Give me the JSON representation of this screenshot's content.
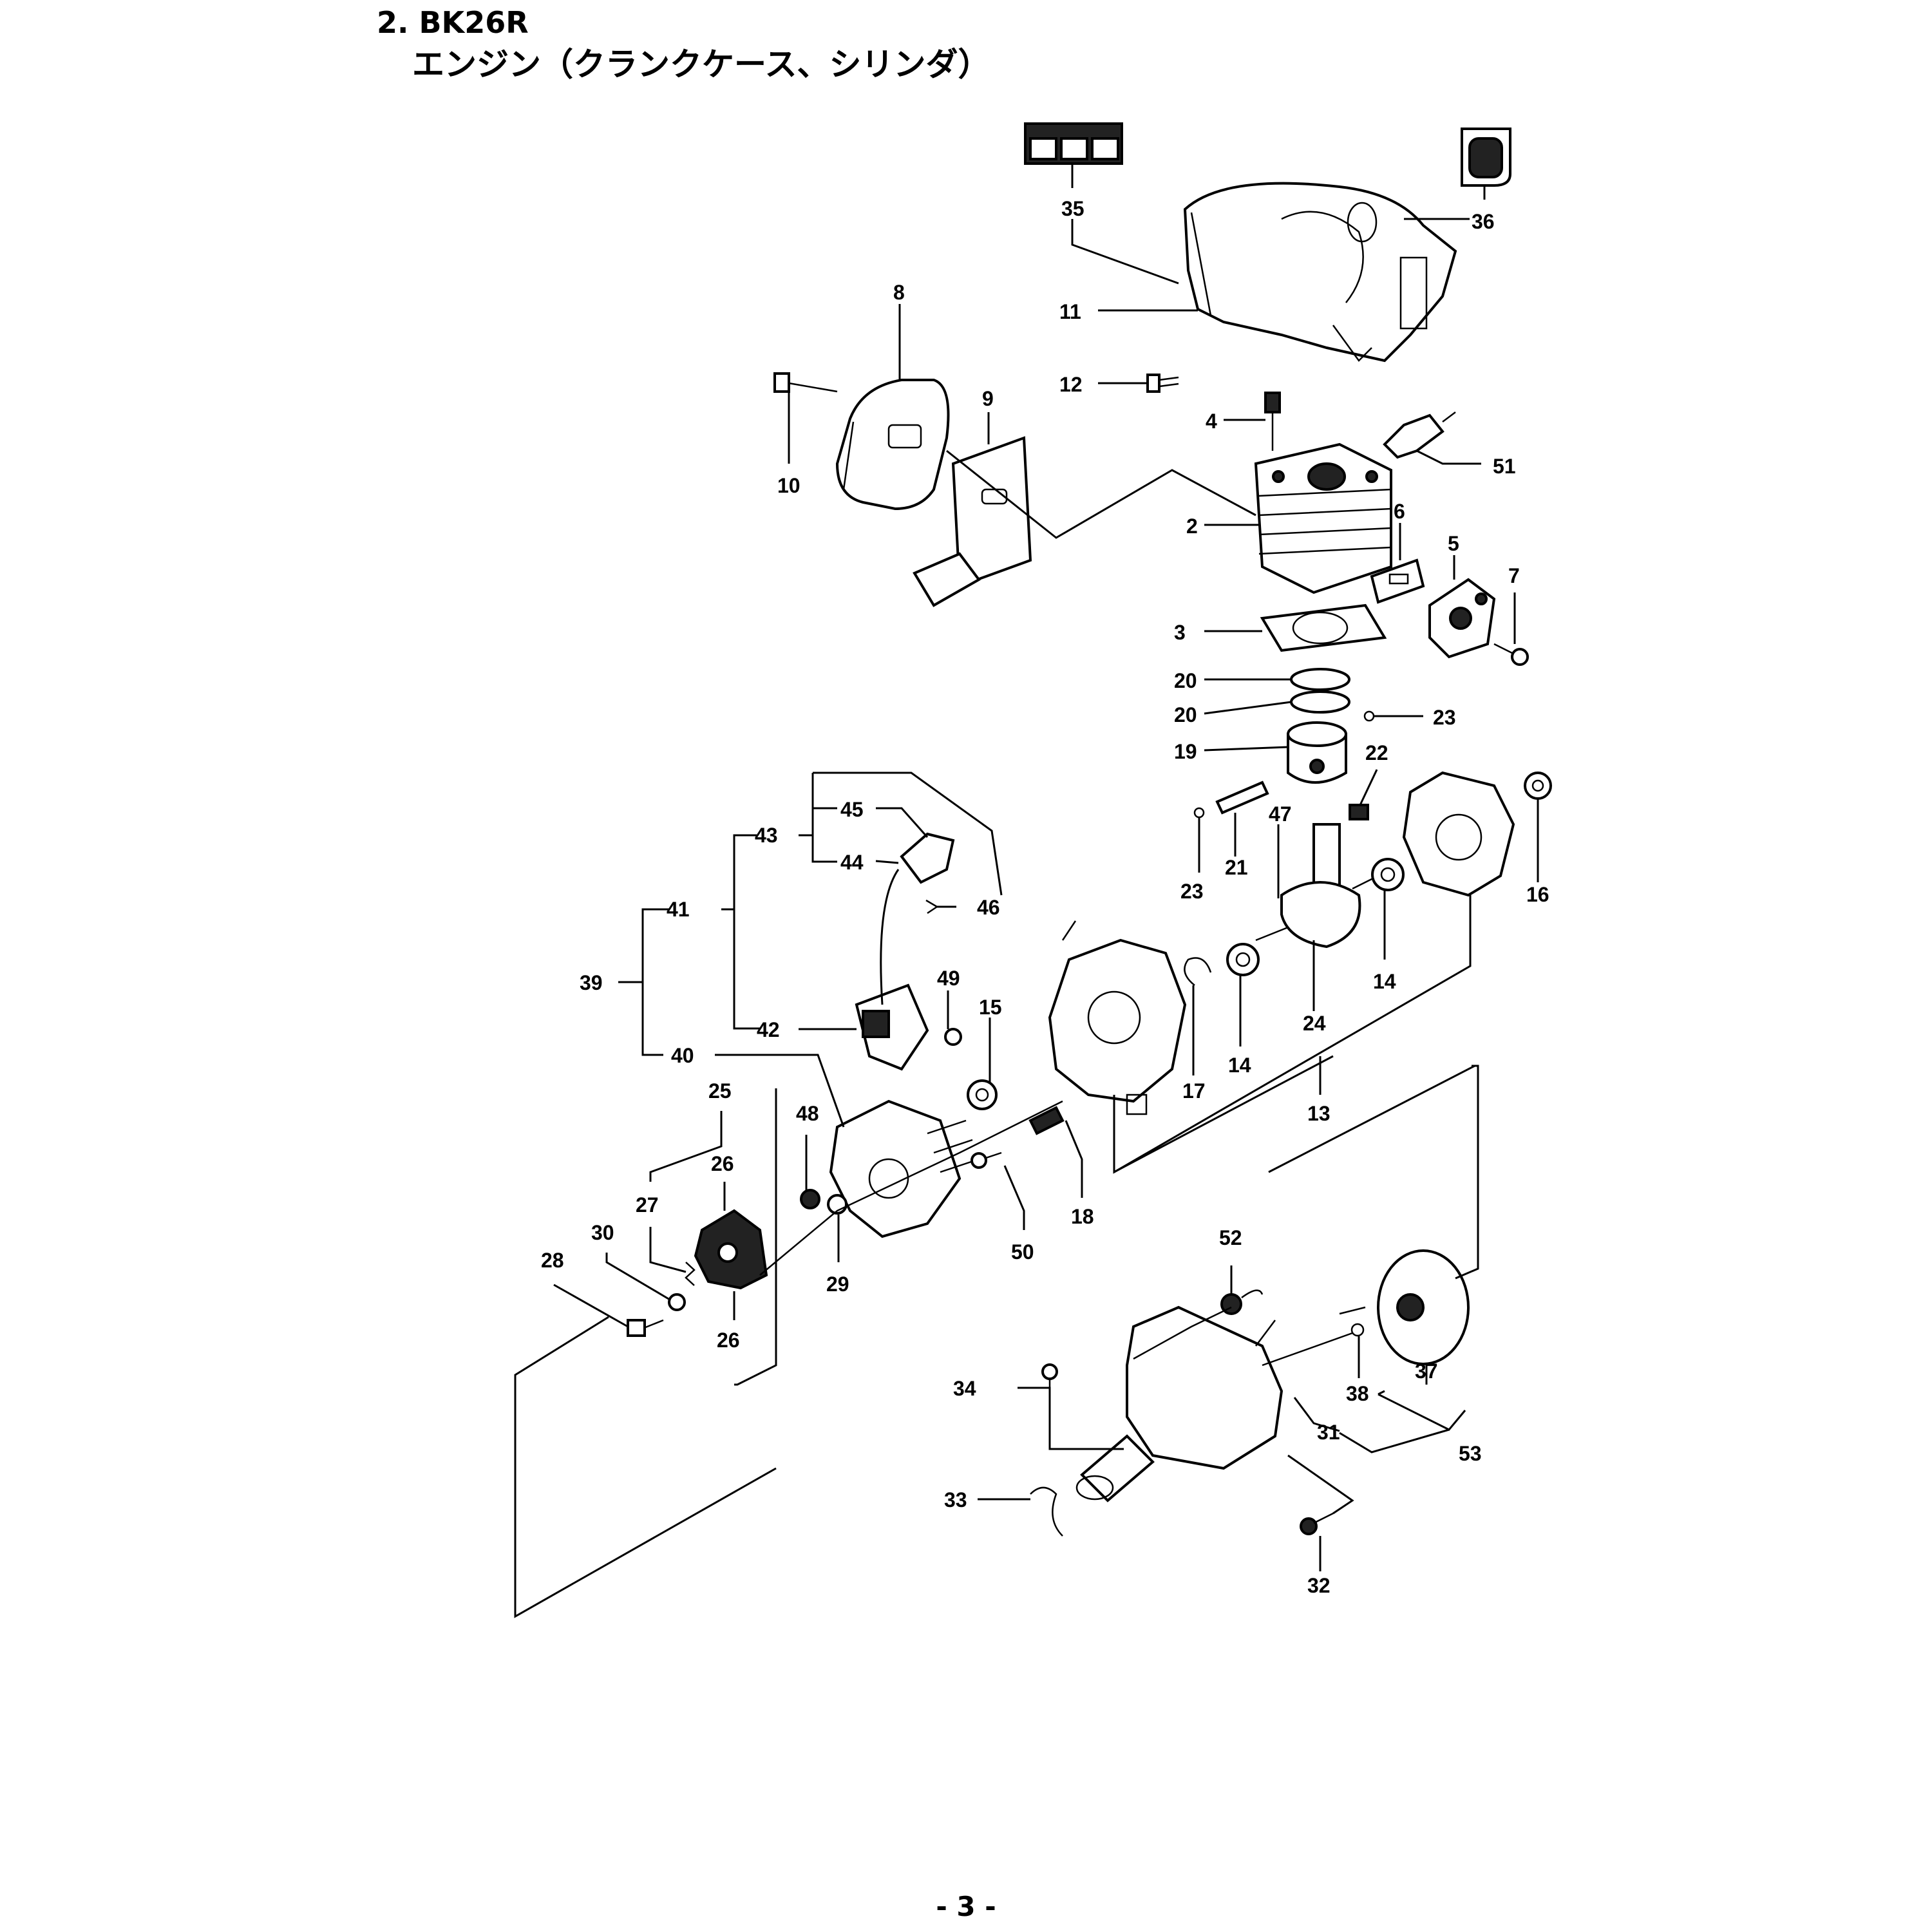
{
  "header": {
    "title": "2. BK26R",
    "subtitle": "エンジン（クランクケース、シリンダ）"
  },
  "footer": {
    "page_number": "- 3 -"
  },
  "part_labels": {
    "p2": "2",
    "p3": "3",
    "p4": "4",
    "p5": "5",
    "p6": "6",
    "p7": "7",
    "p8": "8",
    "p9": "9",
    "p10": "10",
    "p11": "11",
    "p12": "12",
    "p13": "13",
    "p14a": "14",
    "p14b": "14",
    "p15": "15",
    "p16": "16",
    "p17": "17",
    "p18": "18",
    "p19": "19",
    "p20a": "20",
    "p20b": "20",
    "p21": "21",
    "p22": "22",
    "p23a": "23",
    "p23b": "23",
    "p24": "24",
    "p25": "25",
    "p26a": "26",
    "p26b": "26",
    "p27": "27",
    "p28": "28",
    "p29": "29",
    "p30": "30",
    "p31": "31",
    "p32": "32",
    "p33": "33",
    "p34": "34",
    "p35": "35",
    "p36": "36",
    "p37": "37",
    "p38": "38",
    "p39": "39",
    "p40": "40",
    "p41": "41",
    "p42": "42",
    "p43": "43",
    "p44": "44",
    "p45": "45",
    "p46": "46",
    "p47": "47",
    "p48": "48",
    "p49": "49",
    "p50": "50",
    "p51": "51",
    "p52": "52",
    "p53": "53"
  }
}
